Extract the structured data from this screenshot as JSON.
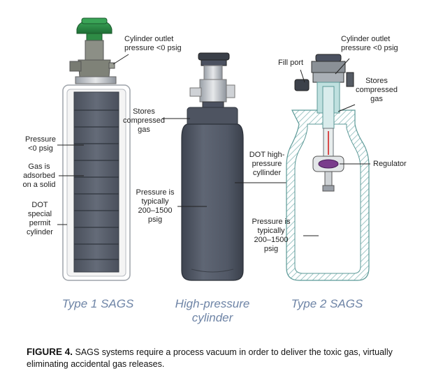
{
  "type1": {
    "title": "Type 1 SAGS",
    "outlet_label_line1": "Cylinder outlet",
    "outlet_label_line2": "pressure <0 psig",
    "pressure_label_line1": "Pressure",
    "pressure_label_line2": "<0 psig",
    "adsorbed_label_line1": "Gas is",
    "adsorbed_label_line2": "adsorbed",
    "adsorbed_label_line3": "on a solid",
    "dot_label_line1": "DOT",
    "dot_label_line2": "special",
    "dot_label_line3": "permit",
    "dot_label_line4": "cylinder"
  },
  "highpressure": {
    "title_line1": "High-pressure",
    "title_line2": "cylinder",
    "stores_label_line1": "Stores",
    "stores_label_line2": "compressed",
    "stores_label_line3": "gas",
    "pressure_label_line1": "Pressure is",
    "pressure_label_line2": "typically",
    "pressure_label_line3": "200–1500",
    "pressure_label_line4": "psig",
    "dot_label_line1": "DOT high-",
    "dot_label_line2": "pressure",
    "dot_label_line3": "cyllinder"
  },
  "type2": {
    "title": "Type 2 SAGS",
    "outlet_label_line1": "Cylinder outlet",
    "outlet_label_line2": "pressure <0 psig",
    "fill_port_label": "Fill port",
    "stores_label_line1": "Stores",
    "stores_label_line2": "compressed",
    "stores_label_line3": "gas",
    "regulator_label": "Regulator",
    "pressure_label_line1": "Pressure is",
    "pressure_label_line2": "typically",
    "pressure_label_line3": "200–1500",
    "pressure_label_line4": "psig"
  },
  "caption": {
    "figure_label": "FIGURE 4.",
    "text": " SAGS systems require a process vacuum in order to deliver the toxic gas, virtually eliminating accidental gas releases."
  },
  "colors": {
    "valve_green": "#2e8b45",
    "cylinder_dark": "#4b5260",
    "cylinder_mid": "#5b6270",
    "title_blue": "#6e84a6",
    "type2_teal": "#7fb7b6",
    "regulator_purple": "#7a3c8c"
  }
}
